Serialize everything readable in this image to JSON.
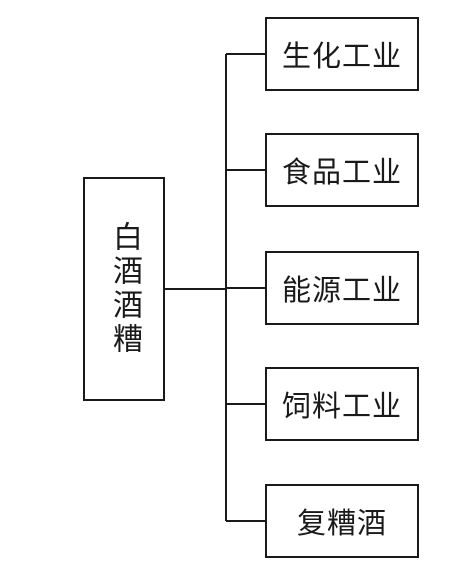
{
  "root": {
    "label": "白酒酒糟"
  },
  "branches": [
    {
      "label": "生化工业"
    },
    {
      "label": "食品工业"
    },
    {
      "label": "能源工业"
    },
    {
      "label": "饲料工业"
    },
    {
      "label": "复糟酒"
    }
  ]
}
